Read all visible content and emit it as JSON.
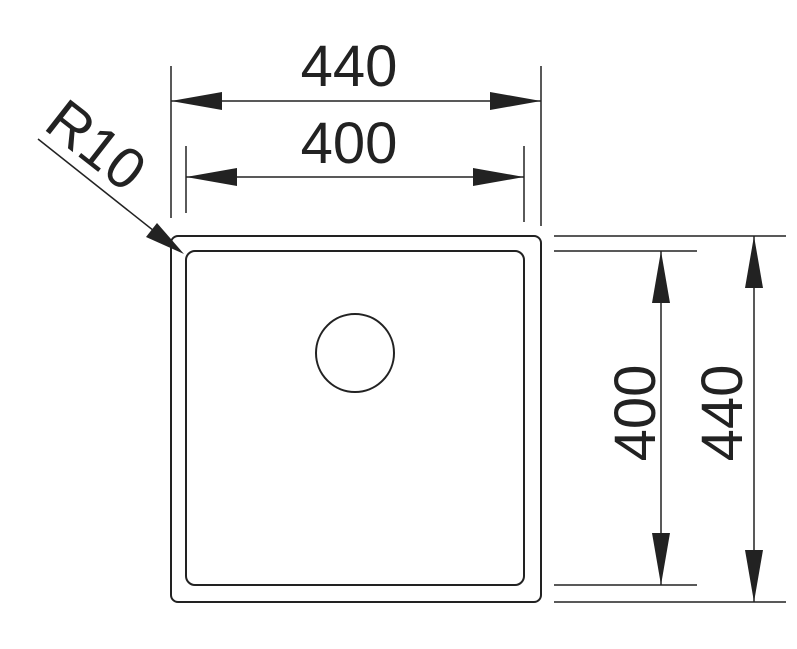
{
  "dimensions": {
    "outer_width": "440",
    "inner_width": "400",
    "inner_height": "400",
    "outer_height": "440",
    "corner_radius": "R10"
  },
  "colors": {
    "line": "#222222",
    "background": "#ffffff"
  }
}
